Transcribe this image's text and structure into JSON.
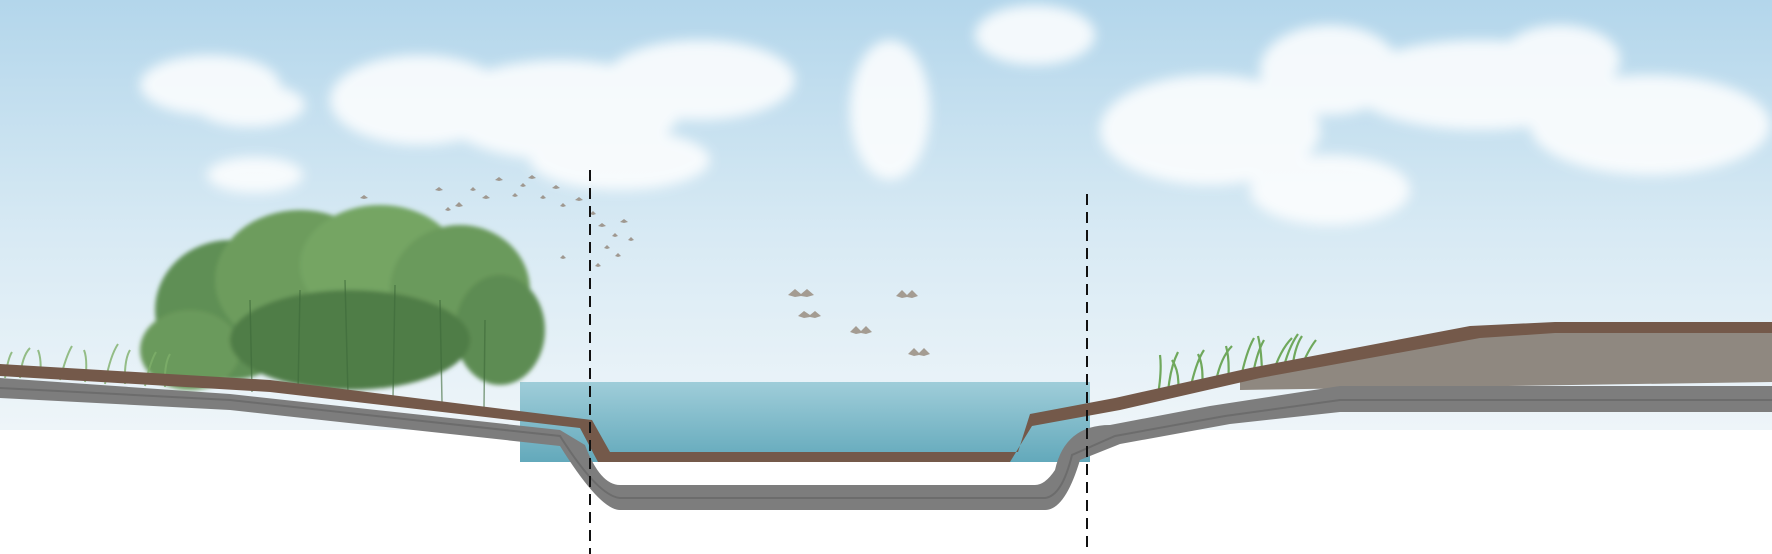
{
  "diagram": {
    "type": "landscape-cross-section",
    "elements": [
      "sky",
      "clouds",
      "woodland",
      "bird-flock",
      "birds",
      "reeds",
      "water",
      "soil-layer",
      "liner-layer",
      "boundary-markers"
    ],
    "colors": {
      "sky_top": "#b3d6eb",
      "sky_bottom": "#eef5f9",
      "water_top": "#9fcdd9",
      "water_bottom": "#63a9bb",
      "soil": "#74594a",
      "liner": "#7d7d7d",
      "liner_dark": "#6c6c6c",
      "fill_grey": "#8f8880",
      "woodland": "#6d9c5d",
      "reeds": "#7fb06a",
      "birds": "#9f9890",
      "marker": "#111111"
    }
  }
}
